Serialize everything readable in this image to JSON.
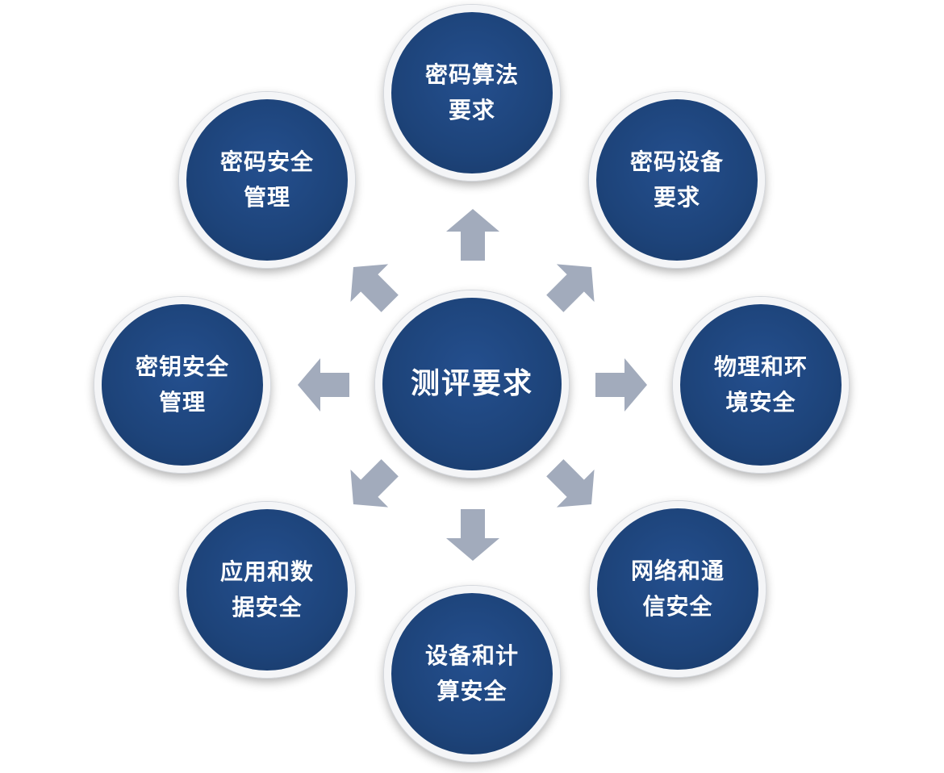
{
  "center": {
    "lines": [
      "测评要求"
    ]
  },
  "nodes": [
    {
      "id": "top",
      "lines": [
        "密码算法",
        "要求"
      ]
    },
    {
      "id": "top-right",
      "lines": [
        "密码设备",
        "要求"
      ]
    },
    {
      "id": "right",
      "lines": [
        "物理和环",
        "境安全"
      ]
    },
    {
      "id": "bottom-right",
      "lines": [
        "网络和通",
        "信安全"
      ]
    },
    {
      "id": "bottom",
      "lines": [
        "设备和计",
        "算安全"
      ]
    },
    {
      "id": "bottom-left",
      "lines": [
        "应用和数",
        "据安全"
      ]
    },
    {
      "id": "left",
      "lines": [
        "密钥安全",
        "管理"
      ]
    },
    {
      "id": "top-left",
      "lines": [
        "密码安全",
        "管理"
      ]
    }
  ],
  "colors": {
    "node_fill": "#1d4379",
    "node_border": "#f4f5f7",
    "arrow": "#a2abbc",
    "text": "#ffffff"
  }
}
